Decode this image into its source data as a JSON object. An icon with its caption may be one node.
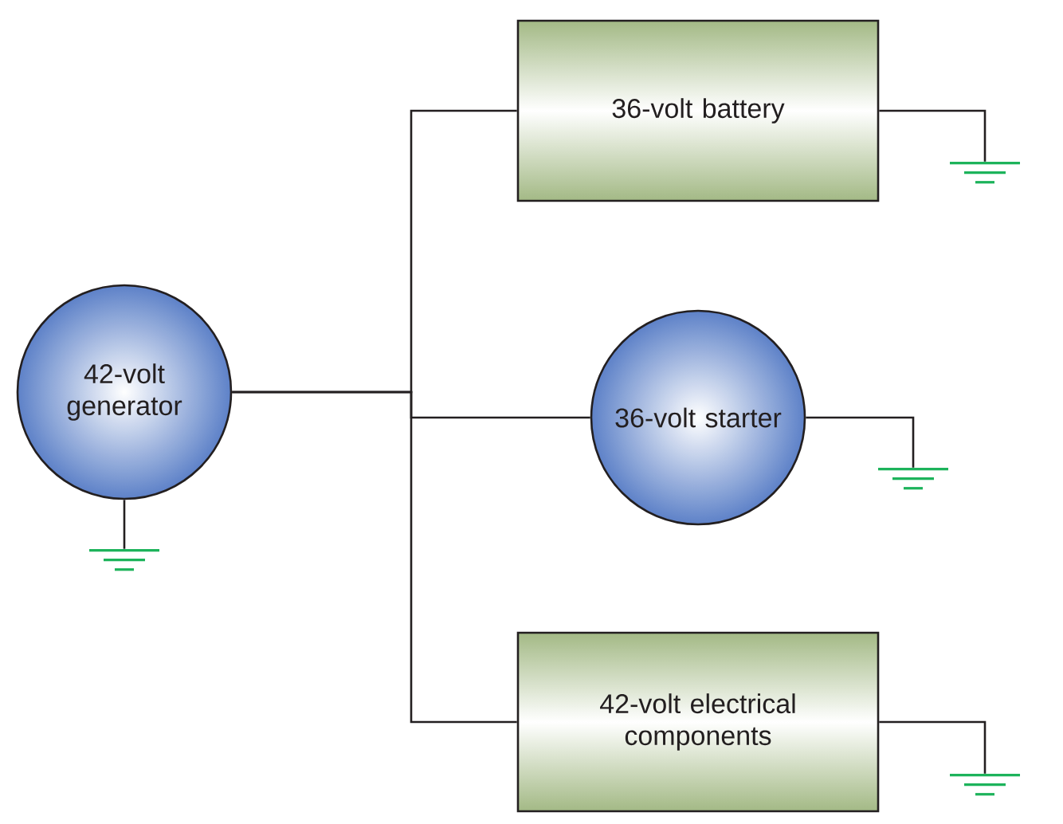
{
  "diagram": {
    "nodes": [
      {
        "text": [
          "42-volt generator"
        ]
      },
      {
        "text": [
          "36-volt battery"
        ]
      },
      {
        "text": [
          "36-volt starter"
        ]
      },
      {
        "text": [
          "42-volt electrical components"
        ]
      },
      {
        "text": [],
        "shape": "ground"
      },
      {
        "text": [],
        "shape": "ground"
      },
      {
        "text": [],
        "shape": "ground"
      },
      {
        "text": [],
        "shape": "ground"
      }
    ],
    "edges": [
      {
        "from": 0,
        "to": 1,
        "arrow": "none"
      },
      {
        "from": 0,
        "to": 2,
        "arrow": "none"
      },
      {
        "from": 0,
        "to": 3,
        "arrow": "none"
      },
      {
        "from": 0,
        "to": 4,
        "arrow": "none"
      },
      {
        "from": 1,
        "to": 5,
        "arrow": "none"
      },
      {
        "from": 2,
        "to": 6,
        "arrow": "none"
      },
      {
        "from": 3,
        "to": 7,
        "arrow": "none"
      }
    ]
  }
}
